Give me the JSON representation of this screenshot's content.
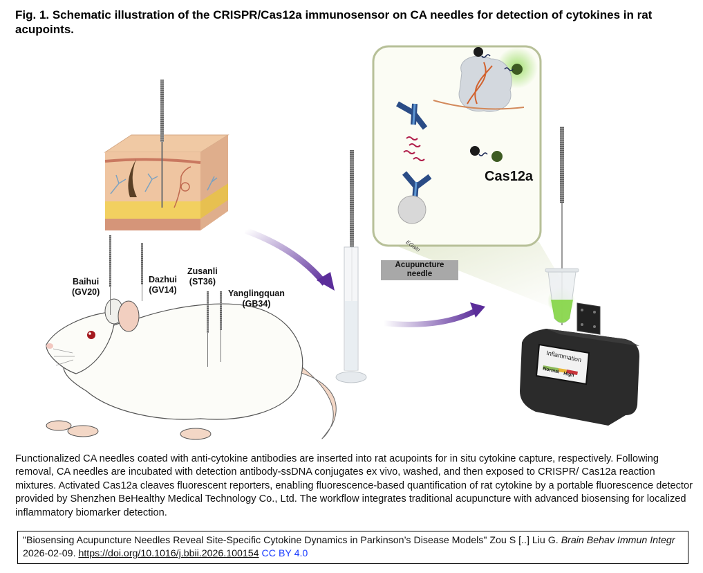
{
  "figure": {
    "title": "Fig. 1. Schematic illustration of the CRISPR/Cas12a immunosensor on CA needles for detection of cytokines in rat acupoints.",
    "acupoints": [
      {
        "name": "Baihui",
        "code": "(GV20)"
      },
      {
        "name": "Dazhui",
        "code": "(GV14)"
      },
      {
        "name": "Zusanli",
        "code": "(ST36)"
      },
      {
        "name": "Yanglingquan",
        "code": "(GB34)"
      }
    ],
    "inset": {
      "enzyme_label": "Cas12a",
      "bead_label": "EGaIn",
      "substrate_label_line1": "Acupuncture",
      "substrate_label_line2": "needle"
    },
    "detector_screen": {
      "title": "Inflammation",
      "low_label": "Normal",
      "high_label": "High",
      "scale_colors": [
        "#8dbb5a",
        "#e8b63a",
        "#c8343a"
      ]
    },
    "colors": {
      "arrow": "#5b2d9a",
      "inset_border": "#b7c098",
      "inset_bg": "#fbfcf4",
      "fluorescence": "#7ed43a"
    }
  },
  "caption": "Functionalized CA needles coated with anti-cytokine antibodies are inserted into rat acupoints for in situ cytokine capture, respectively. Following removal, CA needles are incubated with detection antibody-ssDNA conjugates ex vivo, washed, and then exposed to CRISPR/ Cas12a reaction mixtures. Activated Cas12a cleaves fluorescent reporters, enabling fluorescence-based quantification of rat cytokine by a portable fluorescence detector provided by Shenzhen BeHealthy Medical Technology Co., Ltd. The workflow integrates traditional acupuncture with advanced biosensing for localized inflammatory biomarker detection.",
  "citation": {
    "article_title": "\"Biosensing Acupuncture Needles Reveal Site-Specific Cytokine Dynamics in Parkinson’s Disease Models\"",
    "authors": " Zou S [..] Liu G. ",
    "journal": "Brain Behav Immun Integr",
    "date": " 2026-02-09. ",
    "doi": "https://doi.org/10.1016/j.bbii.2026.100154",
    "license": "CC BY 4.0"
  }
}
